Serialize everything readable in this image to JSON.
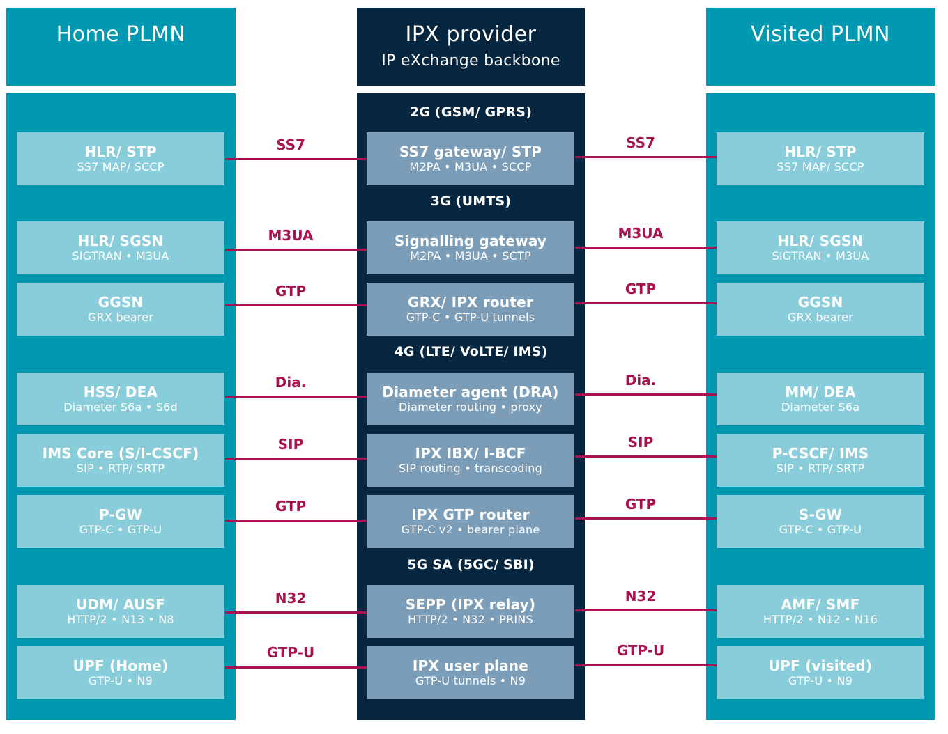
{
  "headers": {
    "home": "Home PLMN",
    "ipx_title": "IPX provider",
    "ipx_subtitle": "IP eXchange backbone",
    "visited": "Visited PLMN"
  },
  "sections": [
    "2G (GSM/ GPRS)",
    "3G (UMTS)",
    "4G (LTE/ VoLTE/ IMS)",
    "5G SA (5GC/ SBI)"
  ],
  "rows": [
    {
      "home": {
        "name": "HLR/ STP",
        "sub": "SS7 MAP/ SCCP"
      },
      "ipx": {
        "name": "SS7 gateway/ STP",
        "sub": "M2PA • M3UA • SCCP"
      },
      "visited": {
        "name": "HLR/ STP",
        "sub": "SS7 MAP/ SCCP"
      },
      "left_label": "SS7",
      "right_label": "SS7"
    },
    {
      "home": {
        "name": "HLR/ SGSN",
        "sub": "SIGTRAN • M3UA"
      },
      "ipx": {
        "name": "Signalling gateway",
        "sub": "M2PA • M3UA • SCTP"
      },
      "visited": {
        "name": "HLR/ SGSN",
        "sub": "SIGTRAN • M3UA"
      },
      "left_label": "M3UA",
      "right_label": "M3UA"
    },
    {
      "home": {
        "name": "GGSN",
        "sub": "GRX bearer"
      },
      "ipx": {
        "name": "GRX/ IPX router",
        "sub": "GTP-C • GTP-U tunnels"
      },
      "visited": {
        "name": "GGSN",
        "sub": "GRX bearer"
      },
      "left_label": "GTP",
      "right_label": "GTP"
    },
    {
      "home": {
        "name": "HSS/ DEA",
        "sub": "Diameter S6a • S6d"
      },
      "ipx": {
        "name": "Diameter agent (DRA)",
        "sub": "Diameter routing • proxy"
      },
      "visited": {
        "name": "MM/ DEA",
        "sub": "Diameter S6a"
      },
      "left_label": "Dia.",
      "right_label": "Dia."
    },
    {
      "home": {
        "name": "IMS Core (S/I-CSCF)",
        "sub": "SIP • RTP/ SRTP"
      },
      "ipx": {
        "name": "IPX IBX/ I-BCF",
        "sub": "SIP routing • transcoding"
      },
      "visited": {
        "name": "P-CSCF/ IMS",
        "sub": "SIP • RTP/ SRTP"
      },
      "left_label": "SIP",
      "right_label": "SIP"
    },
    {
      "home": {
        "name": "P-GW",
        "sub": "GTP-C • GTP-U"
      },
      "ipx": {
        "name": "IPX GTP router",
        "sub": "GTP-C v2 • bearer plane"
      },
      "visited": {
        "name": "S-GW",
        "sub": "GTP-C • GTP-U"
      },
      "left_label": "GTP",
      "right_label": "GTP"
    },
    {
      "home": {
        "name": "UDM/ AUSF",
        "sub": "HTTP/2 • N13 • N8"
      },
      "ipx": {
        "name": "SEPP (IPX relay)",
        "sub": "HTTP/2 • N32 • PRINS"
      },
      "visited": {
        "name": "AMF/ SMF",
        "sub": "HTTP/2 • N12 • N16"
      },
      "left_label": "N32",
      "right_label": "N32"
    },
    {
      "home": {
        "name": "UPF (Home)",
        "sub": "GTP-U • N9"
      },
      "ipx": {
        "name": "IPX user plane",
        "sub": "GTP-U tunnels • N9"
      },
      "visited": {
        "name": "UPF (visited)",
        "sub": "GTP-U • N9"
      },
      "left_label": "GTP-U",
      "right_label": "GTP-U"
    }
  ],
  "colors": {
    "teal": "#0099b1",
    "navy": "#072640",
    "side_box": "#88cdd9",
    "mid_box": "#7c9db8",
    "link": "#a8124f"
  }
}
